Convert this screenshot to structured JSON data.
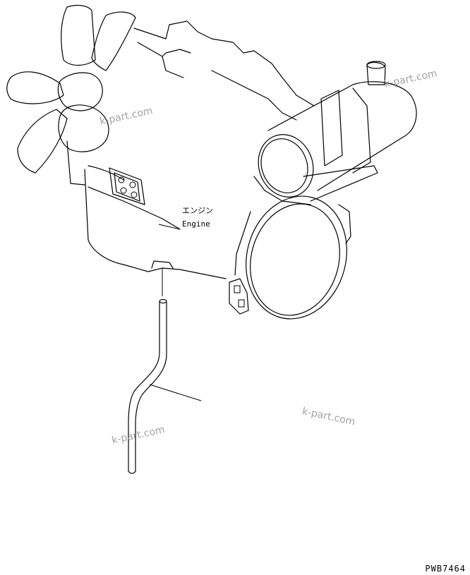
{
  "labels": {
    "engine_jp": "エンジン",
    "engine_en": "Engine"
  },
  "watermarks": [
    "k-part.com",
    "k-part.com",
    "k-part.com",
    "k-part.com"
  ],
  "drawing_code": "PWB7464"
}
